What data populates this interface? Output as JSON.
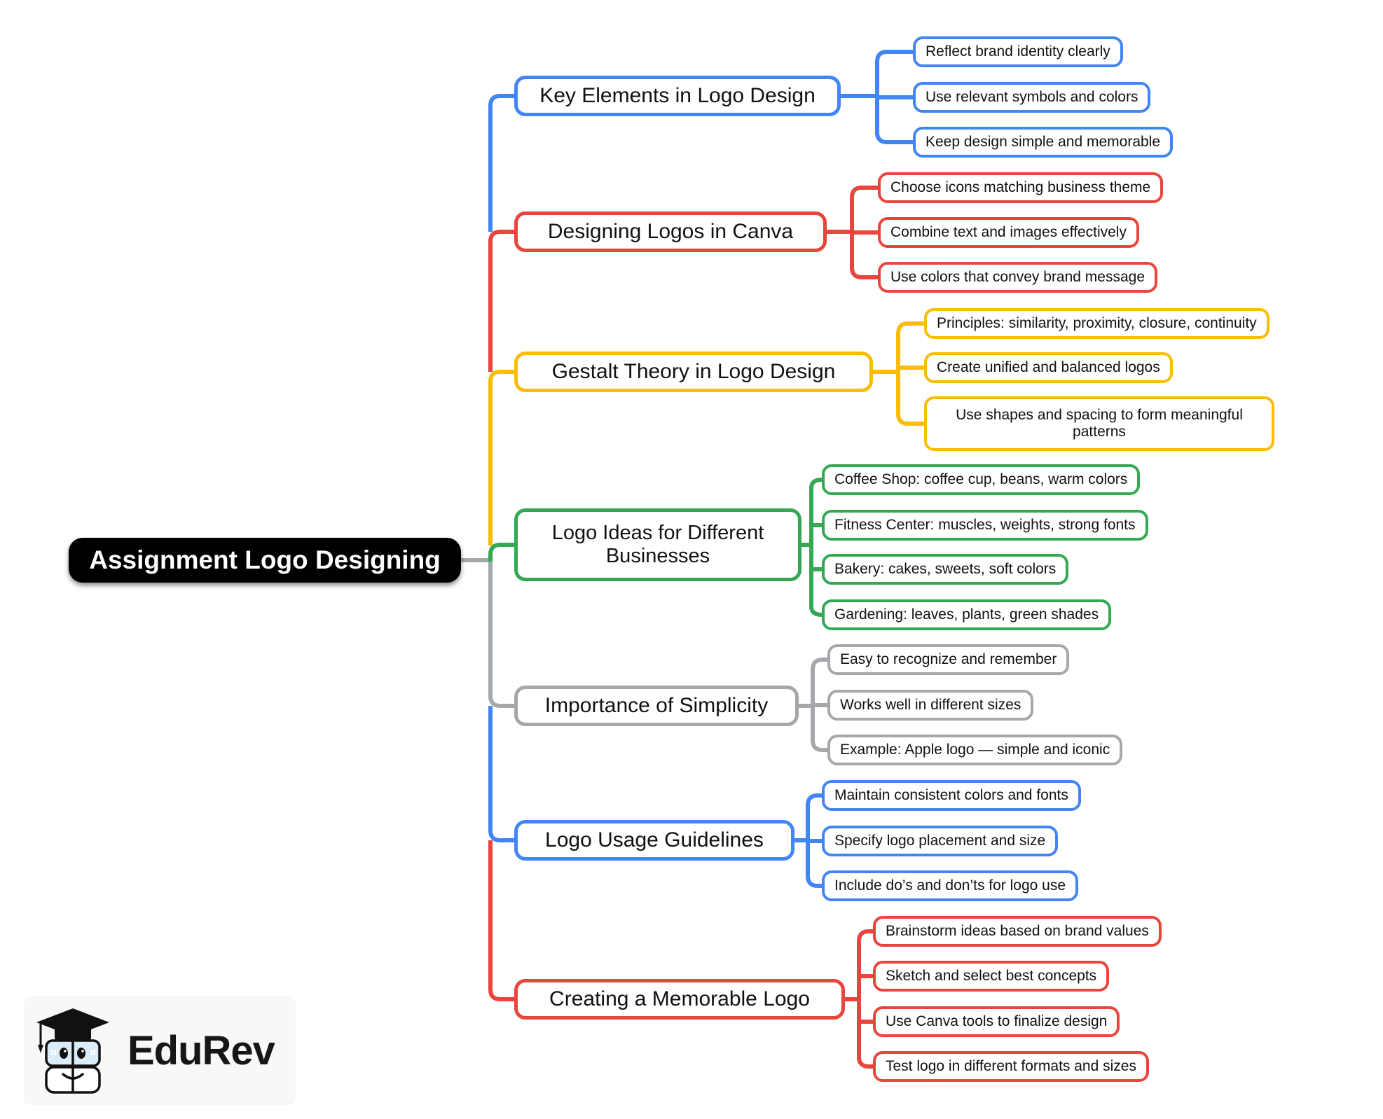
{
  "root": {
    "label": "Assignment Logo Designing",
    "bg": "#000000",
    "text_color": "#ffffff"
  },
  "colors": {
    "blue": "#4285F4",
    "red": "#E8453C",
    "yellow": "#FBBC05",
    "green": "#34A853",
    "gray": "#A5A8AB"
  },
  "branches": [
    {
      "label": "Key Elements in Logo Design",
      "color": "#4285F4",
      "children": [
        "Reflect brand identity clearly",
        "Use relevant symbols and colors",
        "Keep design simple and memorable"
      ]
    },
    {
      "label": "Designing Logos in Canva",
      "color": "#E8453C",
      "children": [
        "Choose icons matching business theme",
        "Combine text and images effectively",
        "Use colors that convey brand message"
      ]
    },
    {
      "label": "Gestalt Theory in Logo Design",
      "color": "#FBBC05",
      "children": [
        "Principles: similarity, proximity, closure, continuity",
        "Create unified and balanced logos",
        "Use shapes and spacing to form meaningful patterns"
      ]
    },
    {
      "label": "Logo Ideas for Different Businesses",
      "color": "#34A853",
      "children": [
        "Coffee Shop: coffee cup, beans, warm colors",
        "Fitness Center: muscles, weights, strong fonts",
        "Bakery: cakes, sweets, soft colors",
        "Gardening: leaves, plants, green shades"
      ]
    },
    {
      "label": "Importance of Simplicity",
      "color": "#A5A8AB",
      "children": [
        "Easy to recognize and remember",
        "Works well in different sizes",
        "Example: Apple logo — simple and iconic"
      ]
    },
    {
      "label": "Logo Usage Guidelines",
      "color": "#4285F4",
      "children": [
        "Maintain consistent colors and fonts",
        "Specify logo placement and size",
        "Include do’s and don’ts for logo use"
      ]
    },
    {
      "label": "Creating a Memorable Logo",
      "color": "#E8453C",
      "children": [
        "Brainstorm ideas based on brand values",
        "Sketch and select best concepts",
        "Use Canva tools to finalize design",
        "Test logo in different formats and sizes"
      ]
    }
  ],
  "logo": {
    "text": "EduRev"
  }
}
